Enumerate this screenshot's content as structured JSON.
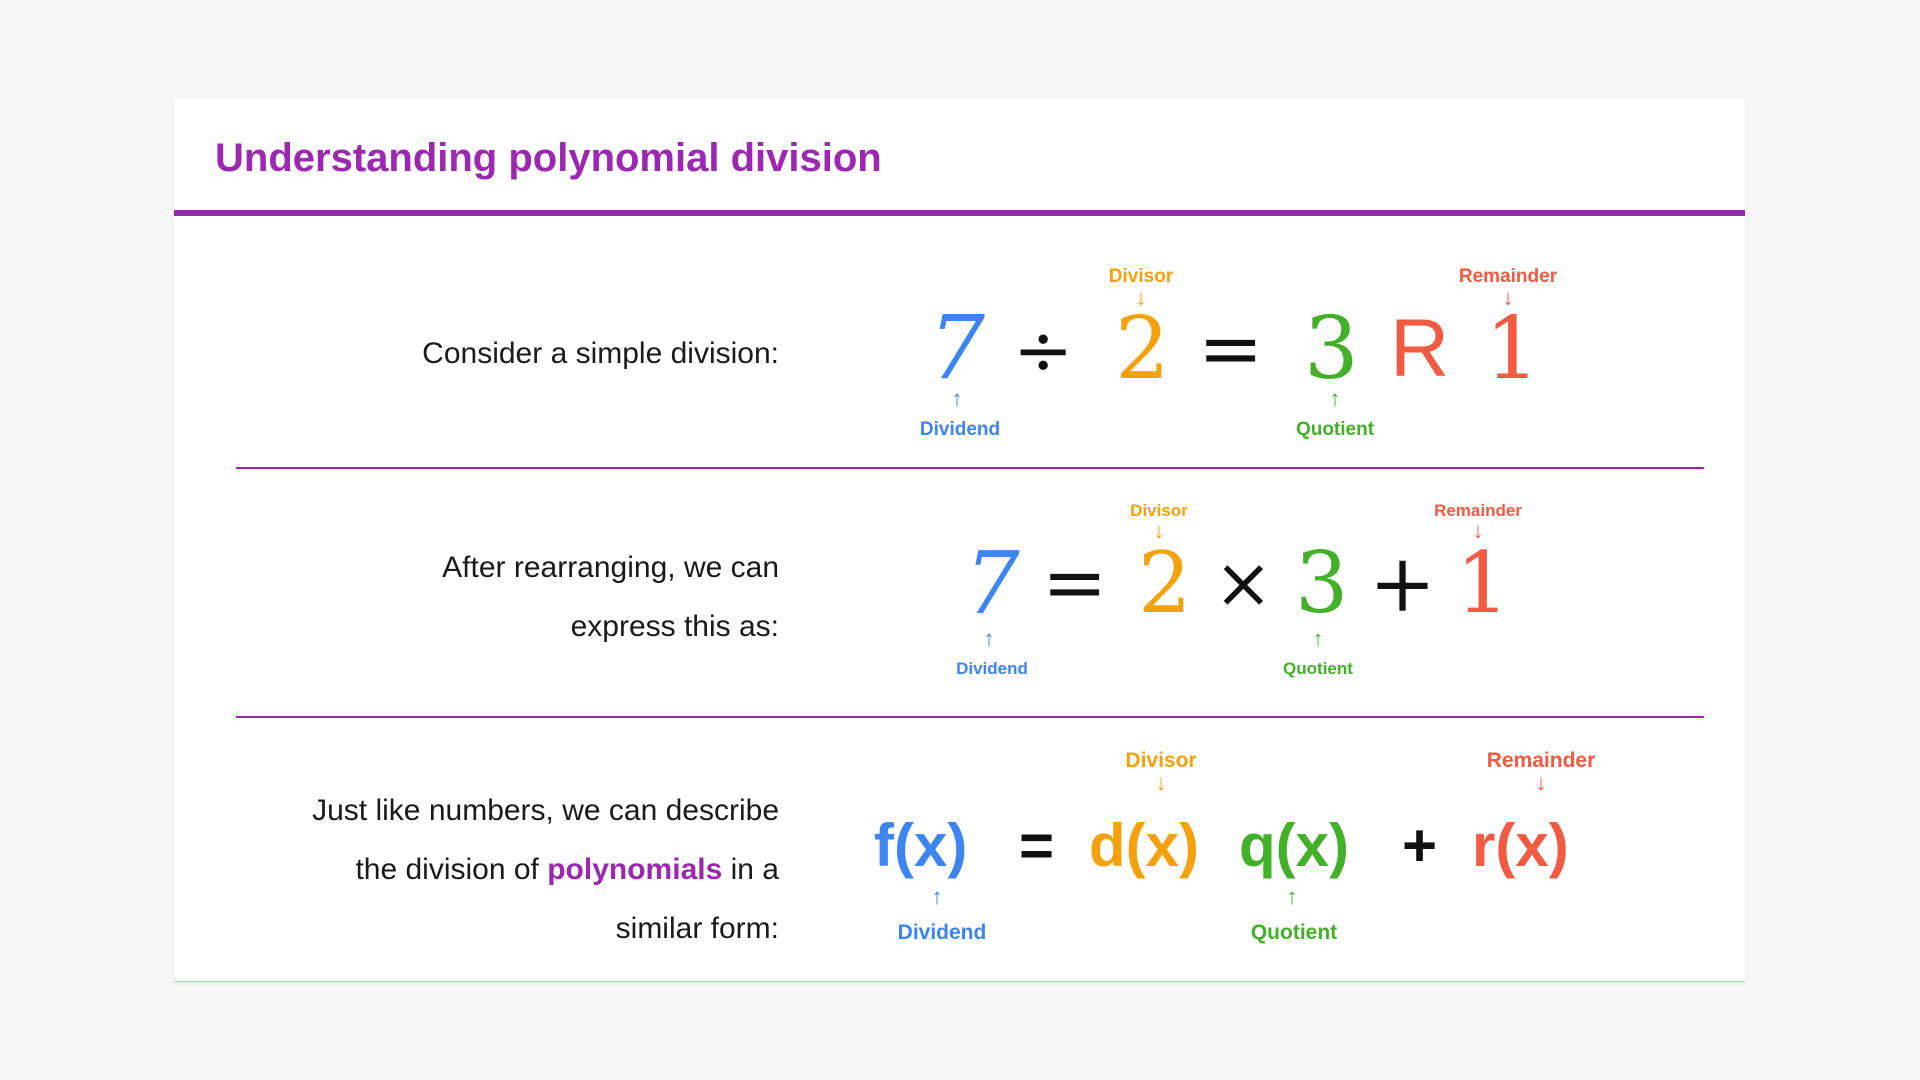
{
  "title": "Understanding polynomial division",
  "rows": [
    {
      "description_lines": [
        "Consider a simple division:"
      ],
      "equation": {
        "dividend": "7",
        "division_sign": "÷",
        "divisor": "2",
        "equals": "=",
        "quotient": "3",
        "remainder_marker": "R",
        "remainder": "1"
      },
      "labels": {
        "divisor": "Divisor",
        "remainder": "Remainder",
        "dividend": "Dividend",
        "quotient": "Quotient"
      }
    },
    {
      "description_lines": [
        "After rearranging, we can",
        "express this as:"
      ],
      "equation": {
        "dividend": "7",
        "equals": "=",
        "divisor": "2",
        "times": "×",
        "quotient": "3",
        "plus": "+",
        "remainder": "1"
      },
      "labels": {
        "divisor": "Divisor",
        "remainder": "Remainder",
        "dividend": "Dividend",
        "quotient": "Quotient"
      }
    },
    {
      "description_line1": "Just like numbers, we can describe",
      "description_line2_before": "the division of",
      "description_highlight": "polynomials",
      "description_line2_after": "in a",
      "description_line3": "similar form:",
      "equation": {
        "dividend": "f(x)",
        "equals": "=",
        "divisor": "d(x)",
        "quotient": "q(x)",
        "plus": "+",
        "remainder": "r(x)"
      },
      "labels": {
        "divisor": "Divisor",
        "remainder": "Remainder",
        "dividend": "Dividend",
        "quotient": "Quotient"
      }
    }
  ],
  "arrows": {
    "down": "↓",
    "up": "↑"
  },
  "colors": {
    "accent": "#9c27b0",
    "dividend": "#3d85f0",
    "divisor": "#f5a10d",
    "quotient": "#43b02a",
    "remainder": "#f25a42"
  }
}
